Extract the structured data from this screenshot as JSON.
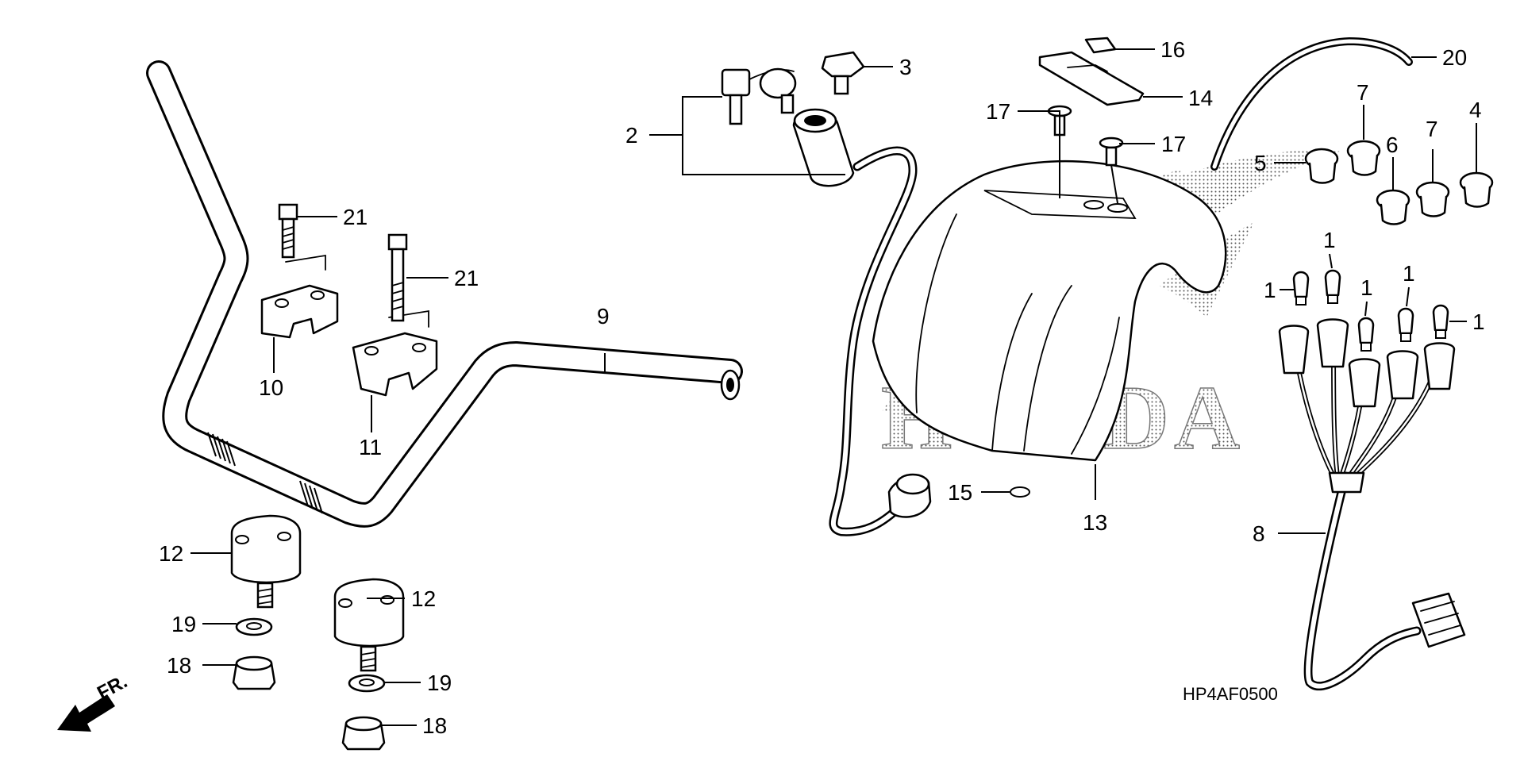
{
  "diagram": {
    "labels": {
      "p1a": "1",
      "p1b": "1",
      "p1c": "1",
      "p1d": "1",
      "p1e": "1",
      "p2": "2",
      "p3": "3",
      "p4": "4",
      "p5": "5",
      "p6": "6",
      "p7a": "7",
      "p7b": "7",
      "p8": "8",
      "p9": "9",
      "p10": "10",
      "p11": "11",
      "p12a": "12",
      "p12b": "12",
      "p13": "13",
      "p14": "14",
      "p15": "15",
      "p16": "16",
      "p17a": "17",
      "p17b": "17",
      "p18a": "18",
      "p18b": "18",
      "p19a": "19",
      "p19b": "19",
      "p20": "20",
      "p21a": "21",
      "p21b": "21"
    },
    "watermark": "HONDA",
    "direction_arrow": "FR.",
    "diagram_code": "HP4AF0500"
  }
}
